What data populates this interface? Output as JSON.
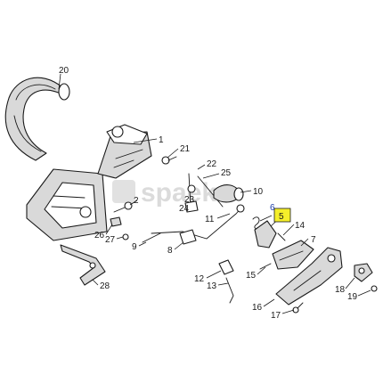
{
  "watermark": "spaeka",
  "highlight_color": "#f5ef2a",
  "labels": {
    "p1": "1",
    "p2": "2",
    "p5": "5",
    "p6": "6",
    "p7": "7",
    "p8": "8",
    "p9": "9",
    "p10": "10",
    "p11": "11",
    "p12": "12",
    "p13": "13",
    "p14": "14",
    "p15": "15",
    "p16": "16",
    "p17": "17",
    "p18": "18",
    "p19": "19",
    "p20": "20",
    "p21": "21",
    "p22": "22",
    "p23": "23",
    "p24": "24",
    "p25": "25",
    "p26": "26",
    "p27": "27",
    "p28": "28"
  }
}
